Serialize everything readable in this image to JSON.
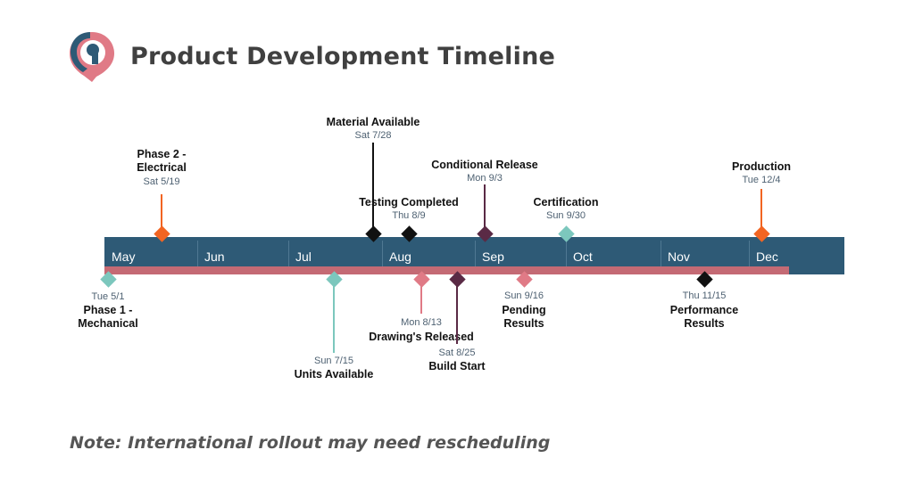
{
  "header": {
    "title": "Product Development Timeline"
  },
  "colors": {
    "band": "#2e5a76",
    "progress": "#c46a74",
    "orange": "#f26522",
    "teal": "#7cc7bd",
    "pink": "#e07a86",
    "plum": "#5a2a45",
    "black": "#111111",
    "logo_dark": "#2e5a76",
    "logo_pink": "#e07a86"
  },
  "months": [
    "May",
    "Jun",
    "Jul",
    "Aug",
    "Sep",
    "Oct",
    "Nov",
    "Dec"
  ],
  "milestones_above": [
    {
      "title_lines": [
        "Phase 2 -",
        "Electrical"
      ],
      "date": "Sat 5/19",
      "color": "orange"
    },
    {
      "title_lines": [
        "Material Available"
      ],
      "date": "Sat 7/28",
      "color": "black"
    },
    {
      "title_lines": [
        "Testing Completed"
      ],
      "date": "Thu 8/9",
      "color": "black"
    },
    {
      "title_lines": [
        "Conditional Release"
      ],
      "date": "Mon 9/3",
      "color": "plum"
    },
    {
      "title_lines": [
        "Certification"
      ],
      "date": "Sun 9/30",
      "color": "teal"
    },
    {
      "title_lines": [
        "Production"
      ],
      "date": "Tue 12/4",
      "color": "orange"
    }
  ],
  "milestones_below": [
    {
      "title_lines": [
        "Phase 1 -",
        "Mechanical"
      ],
      "date": "Tue 5/1",
      "color": "teal"
    },
    {
      "title_lines": [
        "Units Available"
      ],
      "date": "Sun 7/15",
      "color": "teal"
    },
    {
      "title_lines": [
        "Drawing's Released"
      ],
      "date": "Mon 8/13",
      "color": "pink"
    },
    {
      "title_lines": [
        "Build Start"
      ],
      "date": "Sat 8/25",
      "color": "plum"
    },
    {
      "title_lines": [
        "Pending",
        "Results"
      ],
      "date": "Sun 9/16",
      "color": "pink"
    },
    {
      "title_lines": [
        "Performance",
        "Results"
      ],
      "date": "Thu 11/15",
      "color": "black"
    }
  ],
  "note": "Note: International rollout may need rescheduling"
}
